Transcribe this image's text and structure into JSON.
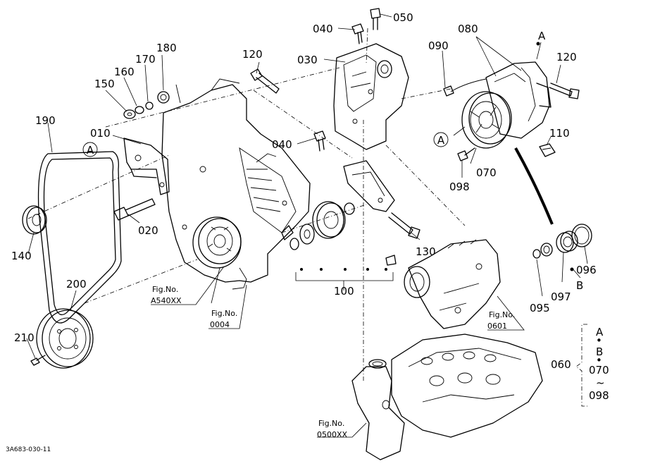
{
  "diagram": {
    "drawing_code": "3A683-030-11",
    "part_labels": {
      "p010": "010",
      "p020": "020",
      "p030": "030",
      "p040a": "040",
      "p040b": "040",
      "p050": "050",
      "p060": "060",
      "p070a": "070",
      "p070b": "070",
      "p080": "080",
      "p090": "090",
      "p095": "095",
      "p096": "096",
      "p097": "097",
      "p098a": "098",
      "p098b": "098",
      "p100": "100",
      "p110": "110",
      "p120a": "120",
      "p120b": "120",
      "p130": "130",
      "p140": "140",
      "p150": "150",
      "p160": "160",
      "p170": "170",
      "p180": "180",
      "p190": "190",
      "p200": "200",
      "p210": "210"
    },
    "callouts": {
      "a_top": "A",
      "a_left": "A",
      "a_belt": "A",
      "a_bracket": "A",
      "b_kit": "B",
      "b_bracket": "B"
    },
    "figure_refs": {
      "a540_title": "Fig.No.",
      "a540_code": "A540XX",
      "f0004_title": "Fig.No.",
      "f0004_code": "0004",
      "f0601_title": "Fig.No.",
      "f0601_code": "0601",
      "f0500_title": "Fig.No.",
      "f0500_code": "0500XX"
    },
    "kit_bracket": {
      "dot": "•",
      "tilde": "~"
    }
  }
}
